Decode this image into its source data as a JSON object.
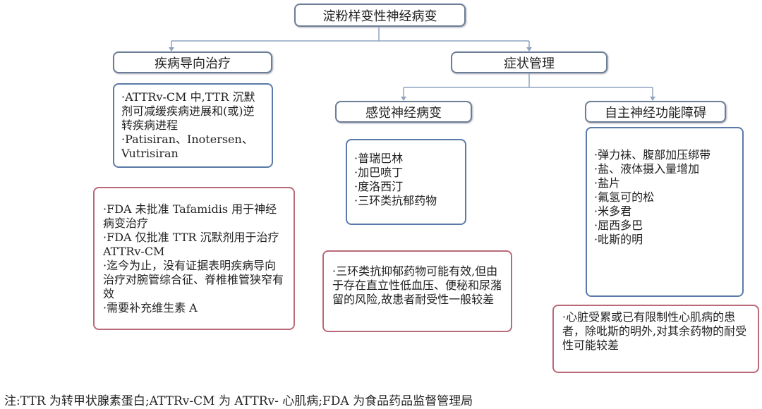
{
  "root": "淀粉样变性神经病变",
  "branches": {
    "disease": {
      "title": "疾病导向治疗",
      "blue": [
        "·ATTRv-CM 中,TTR 沉默剂可减缓疾病进展和(或)逆转疾病进程",
        "·Patisiran、Inotersen、Vutrisiran"
      ],
      "red": [
        "·FDA 未批准 Tafamidis 用于神经病变治疗",
        "·FDA 仅批准 TTR 沉默剂用于治疗 ATTRv-CM",
        "·迄今为止，没有证据表明疾病导向治疗对腕管综合征、脊椎椎管狭窄有效",
        "·需要补充维生素 A"
      ]
    },
    "symptom": {
      "title": "症状管理",
      "sensory": {
        "title": "感觉神经病变",
        "blue": [
          "·普瑞巴林",
          "·加巴喷丁",
          "·度洛西汀",
          "·三环类抗郁药物"
        ],
        "red": [
          "·三环类抗抑郁药物可能有效,但由于存在直立性低血压、便秘和尿潴留的风险,故患者耐受性一般较差"
        ]
      },
      "autonomic": {
        "title": "自主神经功能障碍",
        "blue": [
          "·弹力袜、腹部加压绑带",
          "·盐、液体摄入量增加",
          "·盐片",
          "·氟氢可的松",
          "·米多君",
          "·屈西多巴",
          "·吡斯的明"
        ],
        "red": [
          "·心脏受累或已有限制性心肌病的患者，除吡斯的明外,对其余药物的耐受性可能较差"
        ]
      }
    }
  },
  "footnote": "注:TTR 为转甲状腺素蛋白;ATTRv-CM 为 ATTRv- 心肌病;FDA 为食品药品监督管理局"
}
